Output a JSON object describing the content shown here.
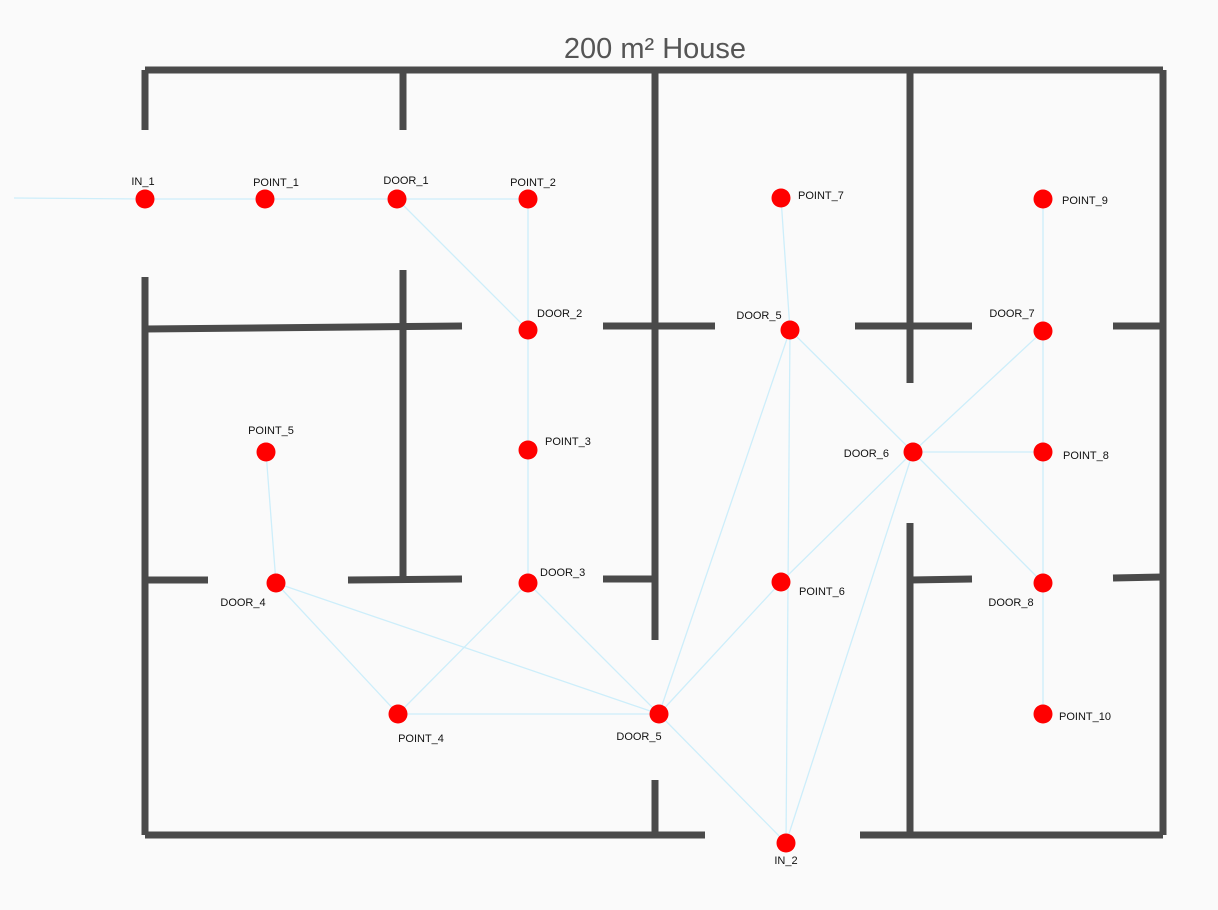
{
  "title": "200 m² House",
  "colors": {
    "wall": "#4a4a4a",
    "edge": "#cdeefa",
    "node": "#ff0000",
    "label": "#111111",
    "title": "#555555",
    "background": "#fafafa"
  },
  "nodes": [
    {
      "id": "in1",
      "label": "IN_1"
    },
    {
      "id": "p1",
      "label": "POINT_1"
    },
    {
      "id": "d1",
      "label": "DOOR_1"
    },
    {
      "id": "p2",
      "label": "POINT_2"
    },
    {
      "id": "d2",
      "label": "DOOR_2"
    },
    {
      "id": "p3",
      "label": "POINT_3"
    },
    {
      "id": "d3",
      "label": "DOOR_3"
    },
    {
      "id": "p5",
      "label": "POINT_5"
    },
    {
      "id": "d4",
      "label": "DOOR_4"
    },
    {
      "id": "p4",
      "label": "POINT_4"
    },
    {
      "id": "d5b",
      "label": "DOOR_5"
    },
    {
      "id": "p7",
      "label": "POINT_7"
    },
    {
      "id": "d5a",
      "label": "DOOR_5"
    },
    {
      "id": "d6",
      "label": "DOOR_6"
    },
    {
      "id": "p6",
      "label": "POINT_6"
    },
    {
      "id": "in2",
      "label": "IN_2"
    },
    {
      "id": "p9",
      "label": "POINT_9"
    },
    {
      "id": "d7",
      "label": "DOOR_7"
    },
    {
      "id": "p8",
      "label": "POINT_8"
    },
    {
      "id": "d8",
      "label": "DOOR_8"
    },
    {
      "id": "p10",
      "label": "POINT_10"
    }
  ],
  "edges": [
    [
      "in1",
      "p1"
    ],
    [
      "p1",
      "d1"
    ],
    [
      "d1",
      "p2"
    ],
    [
      "d1",
      "d2"
    ],
    [
      "p2",
      "d2"
    ],
    [
      "d2",
      "p3"
    ],
    [
      "p3",
      "d3"
    ],
    [
      "p5",
      "d4"
    ],
    [
      "d4",
      "p4"
    ],
    [
      "d4",
      "d5b"
    ],
    [
      "d3",
      "p4"
    ],
    [
      "d3",
      "d5b"
    ],
    [
      "p4",
      "d5b"
    ],
    [
      "d5b",
      "d5a"
    ],
    [
      "d5b",
      "p6"
    ],
    [
      "d5b",
      "in2"
    ],
    [
      "p7",
      "d5a"
    ],
    [
      "d5a",
      "d6"
    ],
    [
      "d5a",
      "in2"
    ],
    [
      "d6",
      "p6"
    ],
    [
      "d6",
      "in2"
    ],
    [
      "d6",
      "d7"
    ],
    [
      "d6",
      "p8"
    ],
    [
      "d6",
      "d8"
    ],
    [
      "p9",
      "d7"
    ],
    [
      "d7",
      "p8"
    ],
    [
      "p8",
      "d8"
    ],
    [
      "d8",
      "p10"
    ]
  ]
}
